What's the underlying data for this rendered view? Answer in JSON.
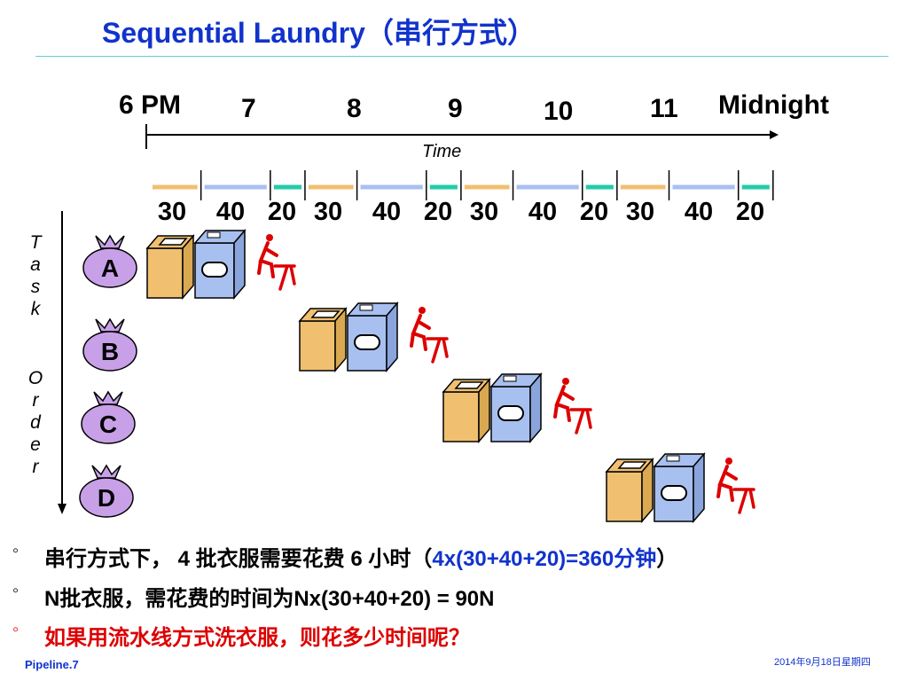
{
  "slide": {
    "title": "Sequential Laundry（串行方式）",
    "time_axis": {
      "hours": [
        "6 PM",
        "7",
        "8",
        "9",
        "10",
        "11",
        "Midnight"
      ],
      "label": "Time",
      "durations": [
        "30",
        "40",
        "20",
        "30",
        "40",
        "20",
        "30",
        "40",
        "20",
        "30",
        "40",
        "20"
      ],
      "stage_colors": [
        "#f0c070",
        "#a8c0f0",
        "#22ccaa"
      ]
    },
    "task_order": [
      "T",
      "a",
      "s",
      "k",
      "O",
      "r",
      "d",
      "e",
      "r"
    ],
    "tasks": [
      "A",
      "B",
      "C",
      "D"
    ],
    "bullets": [
      {
        "text_a": "串行方式下， 4 批衣服需要花费 6 小时（",
        "text_b": "4x(30+40+20)=360分钟",
        "text_c": "）"
      },
      {
        "text": "N批衣服，需花费的时间为Nx(30+40+20) = 90N"
      },
      {
        "text": "如果用流水线方式洗衣服，则花多少时间呢？"
      }
    ],
    "bullet_marker": "◦",
    "footer_left": "Pipeline.7",
    "footer_right": "2014年9月18日星期四"
  },
  "colors": {
    "title": "#1133cc",
    "washer": "#f0c070",
    "dryer": "#a8c0f0",
    "folder": "#dd0000",
    "bag": "#c8a0e8",
    "bullet_blue": "#1133cc",
    "bullet_red": "#dd0000"
  }
}
